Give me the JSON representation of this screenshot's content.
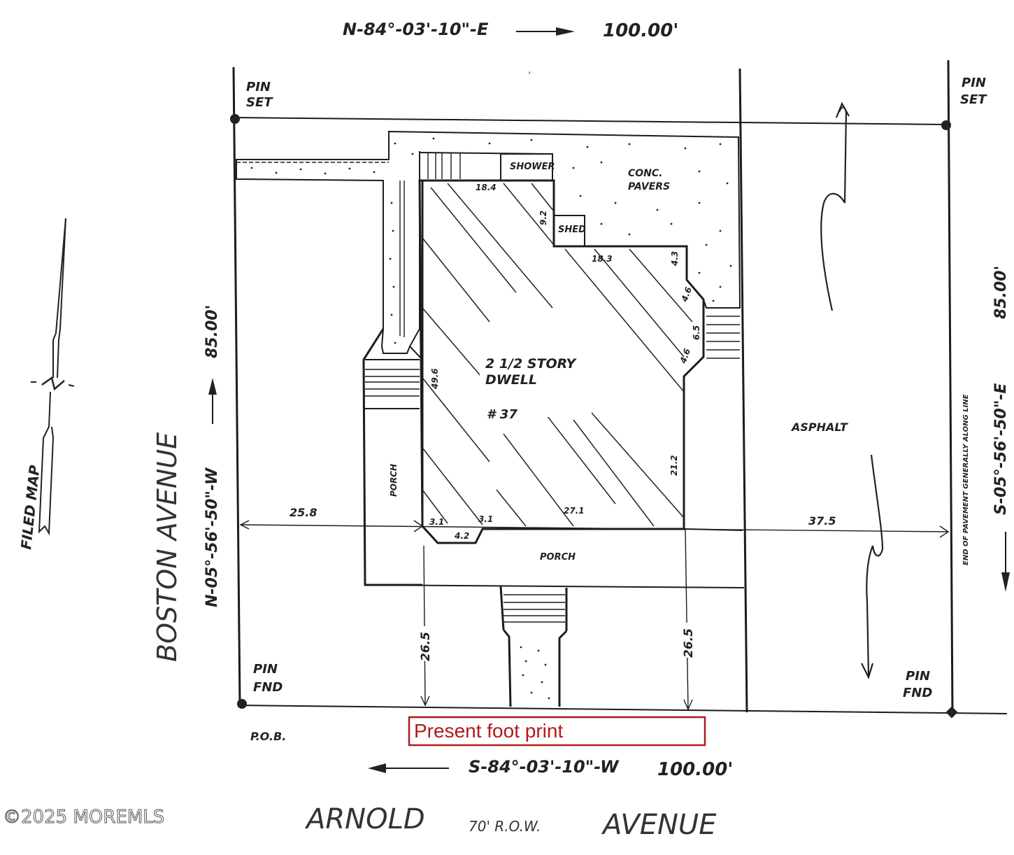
{
  "title": "Property Survey - #37 Boston Avenue at Arnold Avenue",
  "bearings": {
    "north_line": {
      "bearing": "N-84°-03'-10\"-E",
      "distance": "100.00'"
    },
    "south_line": {
      "bearing": "S-84°-03'-10\"-W",
      "distance": "100.00'"
    },
    "west_line": {
      "bearing": "N-05°-56'-50\"-W",
      "distance": "85.00'"
    },
    "east_line": {
      "bearing": "S-05°-56'-50\"-E",
      "distance": "85.00'"
    }
  },
  "corners": {
    "nw": {
      "line1": "PIN",
      "line2": "SET"
    },
    "ne": {
      "line1": "PIN",
      "line2": "SET"
    },
    "sw": {
      "line1": "PIN",
      "line2": "FND"
    },
    "se": {
      "line1": "PIN",
      "line2": "FND"
    },
    "pob": "P.O.B."
  },
  "streets": {
    "west": "BOSTON  AVENUE",
    "south_name1": "ARNOLD",
    "south_row": "70' R.O.W.",
    "south_name2": "AVENUE"
  },
  "north_arrow": {
    "label": "FILED MAP"
  },
  "features": {
    "dwelling_line1": "2 1/2 STORY",
    "dwelling_line2": "DWELL",
    "house_number": "# 37",
    "shower": "SHOWER",
    "shed": "SHED",
    "pavers_line1": "CONC.",
    "pavers_line2": "PAVERS",
    "porch_side": "PORCH",
    "porch_front": "PORCH",
    "asphalt": "ASPHALT",
    "pavement_note": "END OF PAVEMENT GENERALLY ALONG LINE"
  },
  "dimensions": {
    "top_wall": "18.4",
    "shed_offset": "9.2",
    "mid_wall": "18.3",
    "step_a": "4.3",
    "step_b": "4.6",
    "stair_len": "6.5",
    "step_c": "4.6",
    "west_wall": "49.6",
    "east_wall": "21.2",
    "south_wall": "27.1",
    "bay_left": "3.1",
    "bay_mid": "4.2",
    "bay_right": "3.1",
    "setback_west": "25.8",
    "setback_east": "37.5",
    "front_setback_left": "26.5",
    "front_setback_right": "26.5"
  },
  "annotation": {
    "text": "Present foot print",
    "color": "#b01a1a"
  },
  "watermark": "©2025 MOREMLS"
}
